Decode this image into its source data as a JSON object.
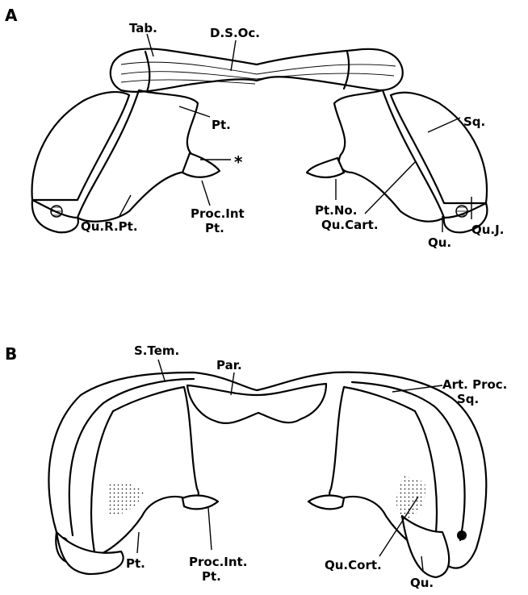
{
  "figure": {
    "panels": [
      {
        "letter": "A",
        "labels": {
          "tab": "Tab.",
          "dsoc": "D.S.Oc.",
          "sq": "Sq.",
          "pt": "Pt.",
          "star": "*",
          "procint": [
            "Proc.Int",
            "Pt."
          ],
          "ptno": "Pt.No.",
          "qucart": "Qu.Cart.",
          "qurpt": "Qu.R.Pt.",
          "qu": "Qu.",
          "quj": "Qu.J."
        }
      },
      {
        "letter": "B",
        "labels": {
          "stem": "S.Tem.",
          "par": "Par.",
          "artproc": [
            "Art. Proc.",
            "Sq."
          ],
          "pt": "Pt.",
          "procint": [
            "Proc.Int.",
            "Pt."
          ],
          "qucort": "Qu.Cort.",
          "qu": "Qu."
        }
      }
    ]
  }
}
